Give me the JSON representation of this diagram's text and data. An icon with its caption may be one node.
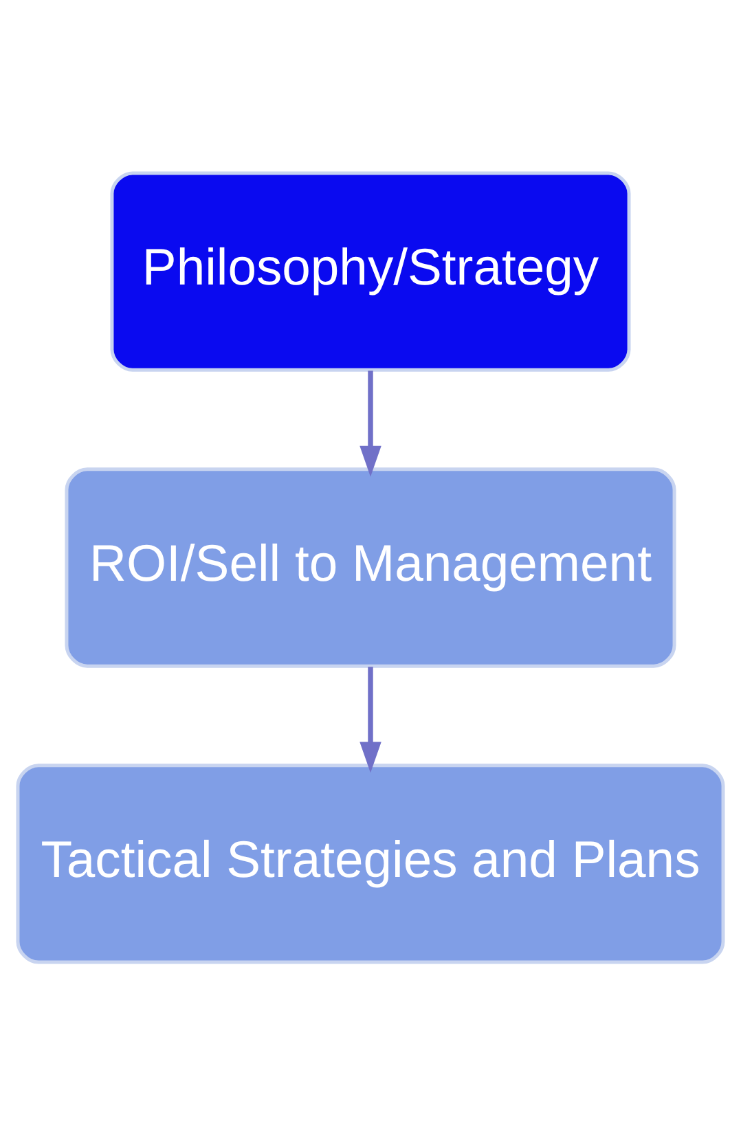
{
  "diagram": {
    "nodes": [
      {
        "text": [
          "Philosophy/Strategy"
        ]
      },
      {
        "text": [
          "ROI/Sell to Management"
        ]
      },
      {
        "text": [
          "Tactical Strategies and Plans"
        ]
      }
    ],
    "edges": [
      {
        "from": 0,
        "to": 1,
        "arrow": "to"
      },
      {
        "from": 1,
        "to": 2,
        "arrow": "to"
      }
    ]
  }
}
